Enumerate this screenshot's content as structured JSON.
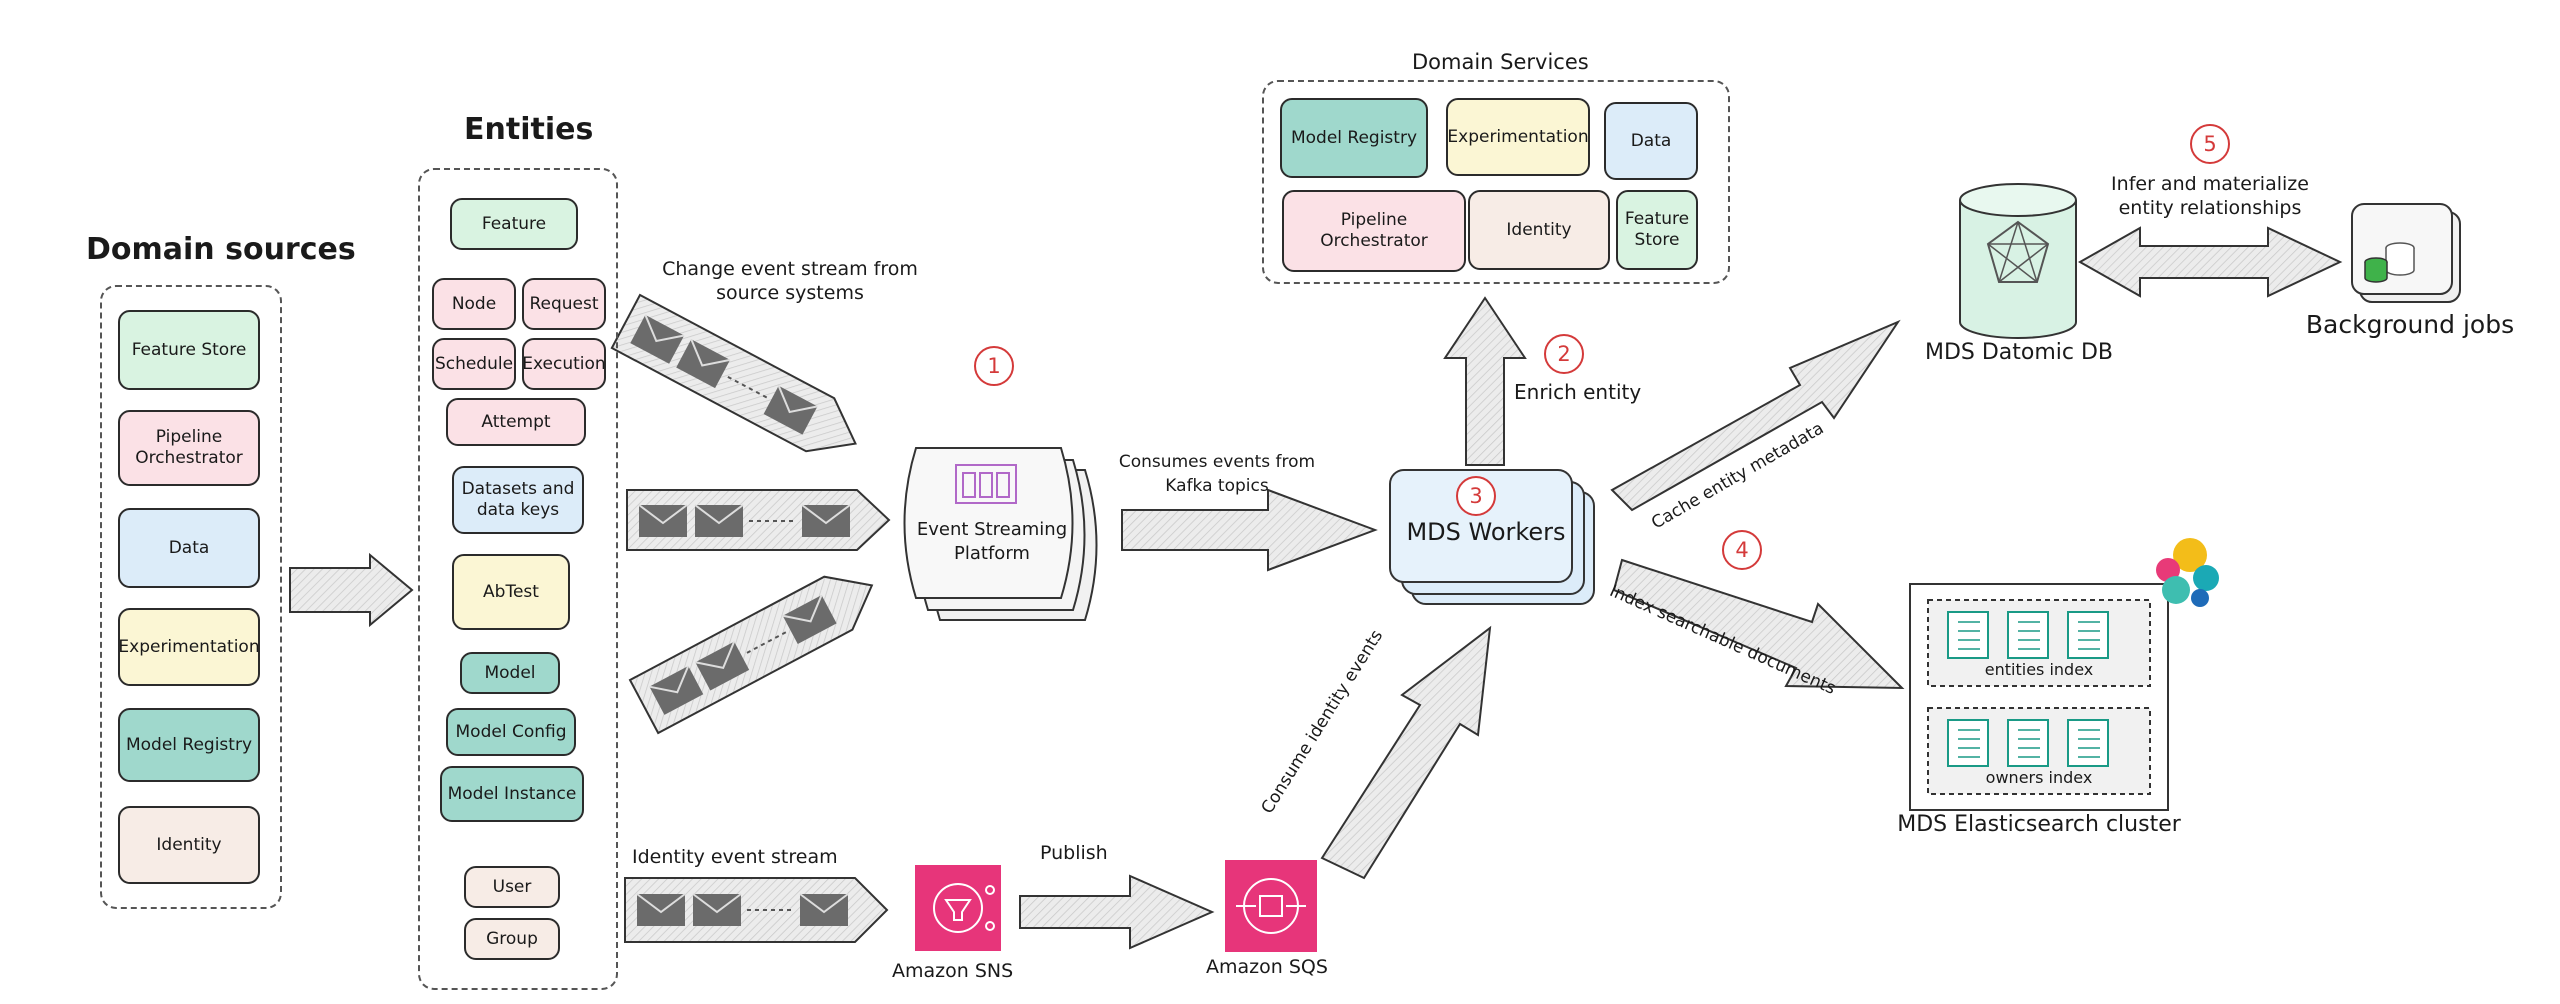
{
  "colors": {
    "green": "#d9f3e1",
    "pink": "#fbe1e6",
    "blue": "#dcecf9",
    "yellow": "#fbf6d4",
    "teal": "#9fd8cc",
    "beige": "#f7ece6",
    "aws": "#e7357a",
    "step": "#d43a3a",
    "arrow_fill": "#e6e6e6",
    "envelope": "#6b6b6b"
  },
  "domain_sources": {
    "title": "Domain sources",
    "items": [
      {
        "label": "Feature Store",
        "color": "green"
      },
      {
        "label": "Pipeline Orchestrator",
        "color": "pink"
      },
      {
        "label": "Data",
        "color": "blue"
      },
      {
        "label": "Experimentation",
        "color": "yellow"
      },
      {
        "label": "Model Registry",
        "color": "teal"
      },
      {
        "label": "Identity",
        "color": "beige"
      }
    ]
  },
  "entities": {
    "title": "Entities",
    "items": [
      {
        "label": "Feature",
        "color": "green"
      },
      {
        "label": "Node",
        "color": "pink"
      },
      {
        "label": "Request",
        "color": "pink"
      },
      {
        "label": "Schedule",
        "color": "pink"
      },
      {
        "label": "Execution",
        "color": "pink"
      },
      {
        "label": "Attempt",
        "color": "pink"
      },
      {
        "label": "Datasets and data keys",
        "color": "blue"
      },
      {
        "label": "AbTest",
        "color": "yellow"
      },
      {
        "label": "Model",
        "color": "teal"
      },
      {
        "label": "Model Config",
        "color": "teal"
      },
      {
        "label": "Model Instance",
        "color": "teal"
      },
      {
        "label": "User",
        "color": "beige"
      },
      {
        "label": "Group",
        "color": "beige"
      }
    ]
  },
  "domain_services": {
    "title": "Domain Services",
    "items": [
      {
        "label": "Model Registry",
        "color": "teal"
      },
      {
        "label": "Experimentation",
        "color": "yellow"
      },
      {
        "label": "Data",
        "color": "blue"
      },
      {
        "label": "Pipeline Orchestrator",
        "color": "pink"
      },
      {
        "label": "Identity",
        "color": "beige"
      },
      {
        "label": "Feature Store",
        "color": "green"
      }
    ]
  },
  "labels": {
    "change_stream": "Change event stream from source systems",
    "event_platform": "Event Streaming Platform",
    "consumes_kafka": "Consumes events from Kafka topics",
    "mds_workers": "MDS Workers",
    "enrich": "Enrich entity",
    "cache": "Cache entity metadata",
    "index": "Index searchable documents",
    "identity_stream": "Identity event stream",
    "publish": "Publish",
    "consume_identity": "Consume identity events",
    "sns": "Amazon SNS",
    "sqs": "Amazon SQS",
    "datomic": "MDS Datomic DB",
    "infer": "Infer and materialize entity relationships",
    "background": "Background jobs",
    "es_cluster": "MDS Elasticsearch cluster",
    "entities_index": "entities index",
    "owners_index": "owners index"
  },
  "steps": [
    "1",
    "2",
    "3",
    "4",
    "5"
  ]
}
